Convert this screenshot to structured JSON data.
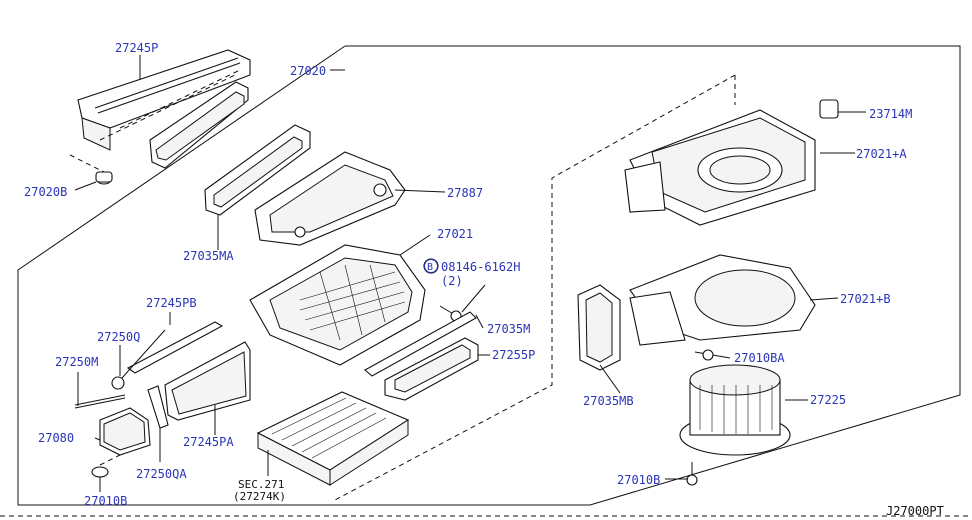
{
  "labels": {
    "l27245P": "27245P",
    "l27020": "27020",
    "l27020B": "27020B",
    "l27035MA": "27035MA",
    "l27887": "27887",
    "l27021": "27021",
    "l08146": "08146-6162H",
    "l08146_qty": "(2)",
    "l27035M": "27035M",
    "l27255P": "27255P",
    "l27245PB": "27245PB",
    "l27250Q": "27250Q",
    "l27250M": "27250M",
    "l27080": "27080",
    "l27250QA": "27250QA",
    "l27245PA": "27245PA",
    "l27010B_left": "27010B",
    "l_sec": "SEC.271",
    "l_sec_ref": "(27274K)",
    "l23714M": "23714M",
    "l27021A": "27021+A",
    "l27021B": "27021+B",
    "l27010BA": "27010BA",
    "l27035MB": "27035MB",
    "l27225": "27225",
    "l27010B_right": "27010B",
    "diagram_code": "J27000PT"
  },
  "symbols": {
    "bolt_b": "B"
  }
}
